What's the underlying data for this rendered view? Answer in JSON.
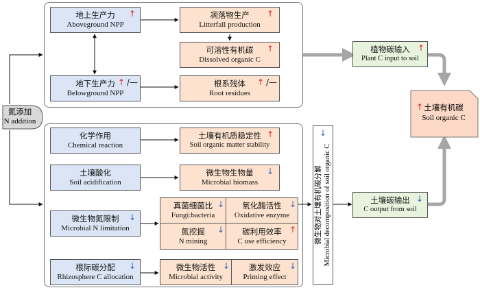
{
  "diagram": {
    "n_addition": {
      "zh": "氮添加",
      "en": "N addition"
    },
    "top_panel": {
      "aboveground": {
        "zh": "地上生产力",
        "en": "Aboveground NPP",
        "effect": "↑"
      },
      "belowground": {
        "zh": "地下生产力",
        "en": "Belowground NPP",
        "effect_up": "↑",
        "effect_none": "/—"
      },
      "litterfall": {
        "zh": "凋落物生产",
        "en": "Litterfall production",
        "effect": "↑"
      },
      "doc": {
        "zh": "可溶性有机碳",
        "en": "Dissolved organic C",
        "effect": "↑"
      },
      "root": {
        "zh": "根系残体",
        "en": "Root residues",
        "effect_up": "↑",
        "effect_none": "/—"
      }
    },
    "bottom_panel": {
      "chem": {
        "zh": "化学作用",
        "en": "Chemical reaction"
      },
      "acid": {
        "zh": "土壤酸化",
        "en": "Soil acidification"
      },
      "nlim": {
        "zh": "微生物氮限制",
        "en": "Microbial N limitation",
        "effect": "↓"
      },
      "rhizo": {
        "zh": "根际碳分配",
        "en": "Rhizosphere C allocation",
        "effect": "↓"
      },
      "stability": {
        "zh": "土壤有机质稳定性",
        "en": "Soil organic matter stability",
        "effect": "↑"
      },
      "biomass": {
        "zh": "微生物生物量",
        "en": "Microbial biomass",
        "effect": "↓"
      },
      "fb": {
        "zh": "真菌细菌比",
        "en": "Fungi:bacteria",
        "effect": "↓"
      },
      "oxi": {
        "zh": "氧化酶活性",
        "en": "Oxidative enzyme",
        "effect": "↓"
      },
      "nmining": {
        "zh": "氮挖掘",
        "en": "N mining",
        "effect": "↓"
      },
      "cue": {
        "zh": "碳利用效率",
        "en": "C use efficiency",
        "effect": "↑"
      },
      "activity": {
        "zh": "微生物活性",
        "en": "Microbial activity",
        "effect": "↓"
      },
      "priming": {
        "zh": "激发效应",
        "en": "Priming effect",
        "effect": "↓"
      }
    },
    "decomposition": {
      "zh": "微生物对土壤有机碳分解",
      "en": "Microbial decomposition of soil organic C",
      "effect": "↓"
    },
    "plant_input": {
      "zh": "植物碳输入",
      "en": "Plant C input to soil",
      "effect": "↑"
    },
    "soil_output": {
      "zh": "土壤碳输出",
      "en": "C output from soil",
      "effect": "↓"
    },
    "soil_c": {
      "zh": "土壤有机碳",
      "en": "Soil organic C",
      "effect": "↑"
    },
    "colors": {
      "blue_box": "#dbe5f5",
      "peach_box": "#fde3cf",
      "green_box": "#e8f3dd",
      "up": "#e02020",
      "down": "#2f5fb3",
      "flow_arrow": "#a6a6a6"
    }
  }
}
